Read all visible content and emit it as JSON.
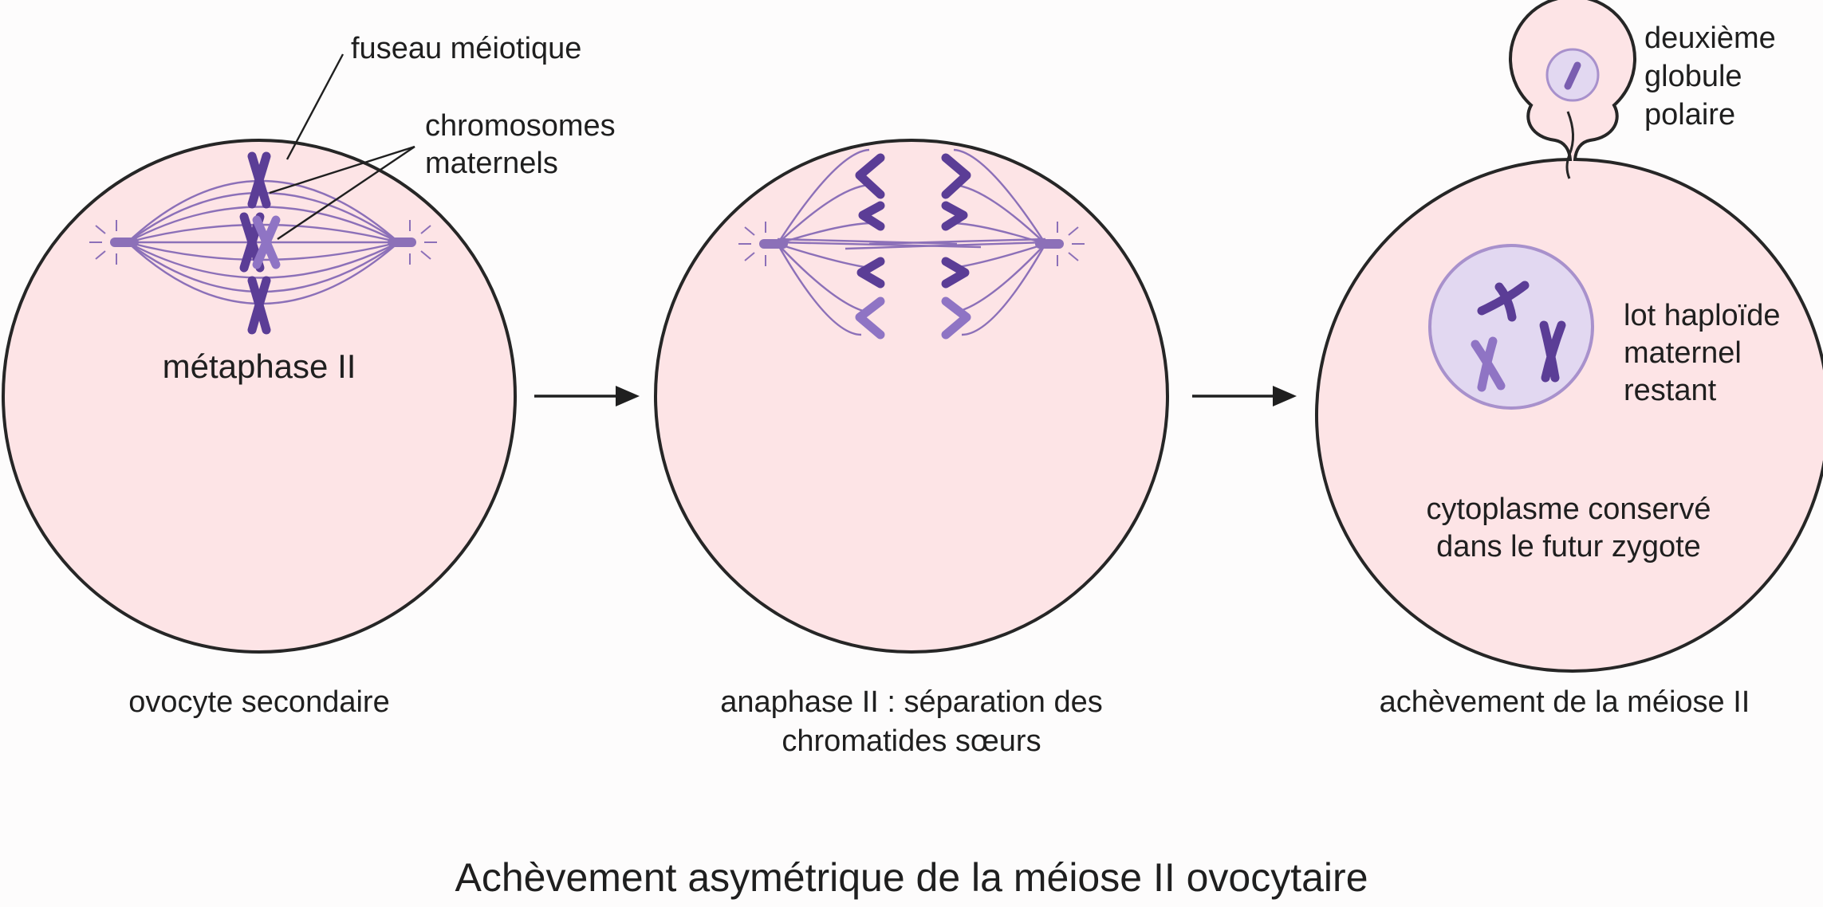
{
  "panels": [
    {
      "caption": [
        "ovocyte secondaire"
      ],
      "inner_label": "métaphase II",
      "annotations": {
        "spindle": "fuseau méiotique",
        "chromosomes": [
          "chromosomes",
          "maternels"
        ]
      }
    },
    {
      "caption": [
        "anaphase II : séparation des",
        "chromatides sœurs"
      ]
    },
    {
      "caption": [
        "achèvement de la méiose II"
      ],
      "annotations": {
        "polar_body": [
          "deuxième",
          "globule",
          "polaire"
        ],
        "nucleus": [
          "lot haploïde",
          "maternel",
          "restant"
        ],
        "cytoplasm": [
          "cytoplasme conservé",
          "dans le futur zygote"
        ]
      }
    }
  ],
  "title": "Achèvement asymétrique de la méiose II ovocytaire",
  "colors": {
    "cell_fill": "#fde4e6",
    "outline": "#262626",
    "chromosome_dark": "#5b3d96",
    "chromosome_light": "#8f74c4",
    "spindle": "#8c70b8",
    "nucleus_fill": "#e2d8f1"
  }
}
